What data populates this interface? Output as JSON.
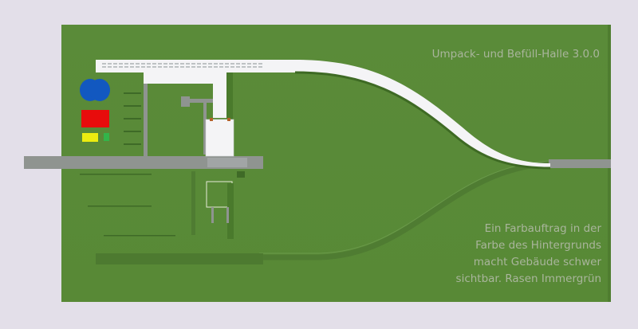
{
  "title": "Umpack- und Befüll-Halle 3.0.0",
  "note_lines": [
    "Ein Farbauftrag in der",
    "Farbe des Hintergrunds",
    "macht Gebäude schwer",
    "sichtbar. Rasen Immergrün"
  ],
  "colors": {
    "background": "#e3dfe9",
    "lawn": "#5b8c3b",
    "road": "#8f9490",
    "building": "#f4f4f6",
    "blue_marker": "#1258c0",
    "red_marker": "#e80c0c",
    "yellow_marker": "#ecec10",
    "green_marker": "#33b54a"
  }
}
